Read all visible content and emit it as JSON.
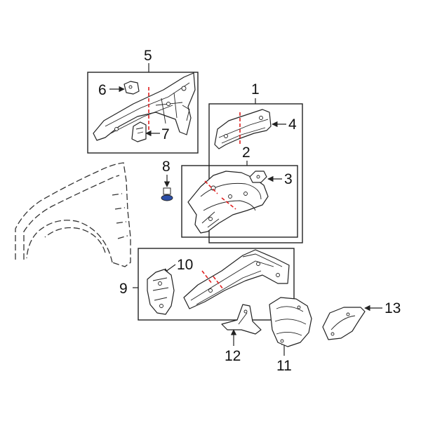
{
  "diagram": {
    "callouts": {
      "c1": "1",
      "c2": "2",
      "c3": "3",
      "c4": "4",
      "c5": "5",
      "c6": "6",
      "c7": "7",
      "c8": "8",
      "c9": "9",
      "c10": "10",
      "c11": "11",
      "c12": "12",
      "c13": "13"
    },
    "colors": {
      "cut_line": "#e02020",
      "clip_fill": "#2c4fa8",
      "linework": "#222222"
    }
  }
}
